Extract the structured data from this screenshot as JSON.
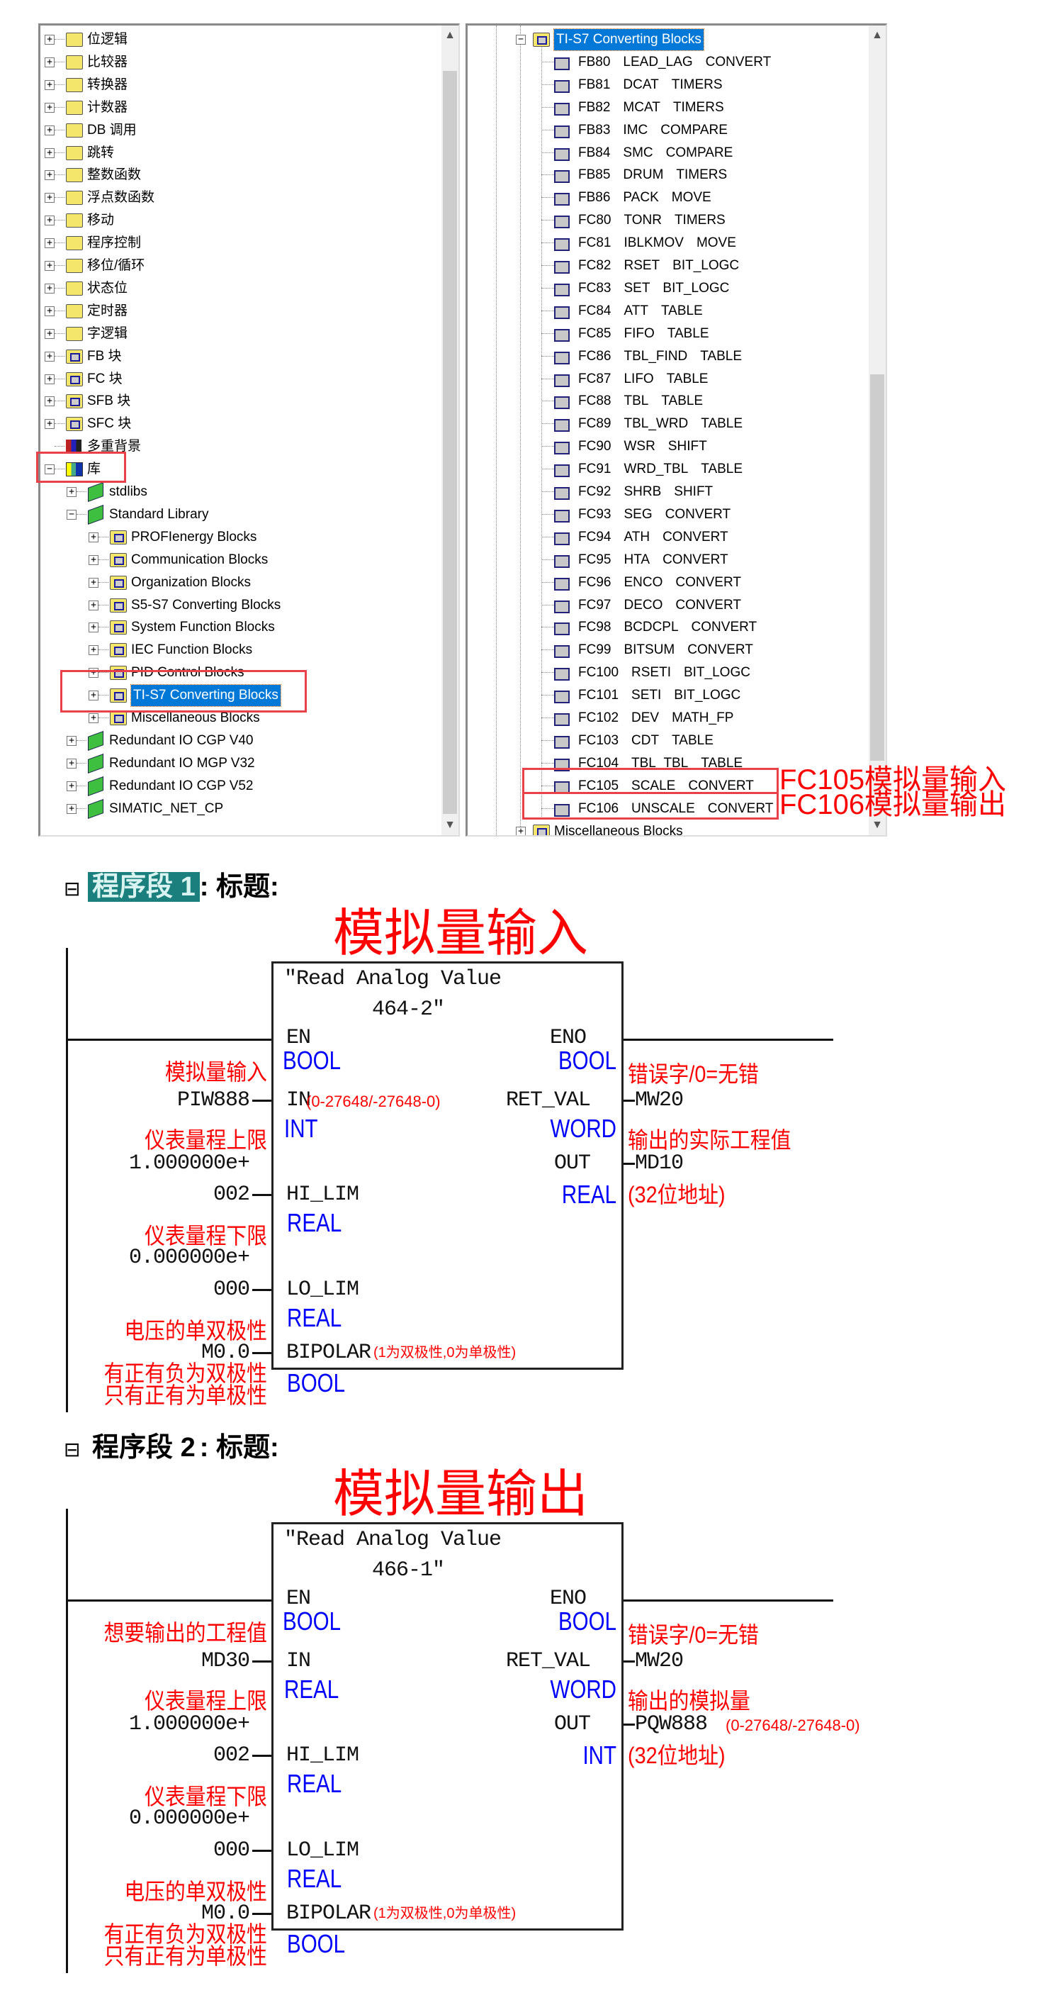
{
  "left_tree": {
    "items": [
      {
        "label": "位逻辑",
        "level": 0,
        "exp": "+",
        "icon": "folder"
      },
      {
        "label": "比较器",
        "level": 0,
        "exp": "+",
        "icon": "folder"
      },
      {
        "label": "转换器",
        "level": 0,
        "exp": "+",
        "icon": "folder"
      },
      {
        "label": "计数器",
        "level": 0,
        "exp": "+",
        "icon": "folder"
      },
      {
        "label": "DB 调用",
        "level": 0,
        "exp": "+",
        "icon": "folder"
      },
      {
        "label": "跳转",
        "level": 0,
        "exp": "+",
        "icon": "folder"
      },
      {
        "label": "整数函数",
        "level": 0,
        "exp": "+",
        "icon": "folder"
      },
      {
        "label": "浮点数函数",
        "level": 0,
        "exp": "+",
        "icon": "folder"
      },
      {
        "label": "移动",
        "level": 0,
        "exp": "+",
        "icon": "folder"
      },
      {
        "label": "程序控制",
        "level": 0,
        "exp": "+",
        "icon": "folder"
      },
      {
        "label": "移位/循环",
        "level": 0,
        "exp": "+",
        "icon": "folder"
      },
      {
        "label": "状态位",
        "level": 0,
        "exp": "+",
        "icon": "folder"
      },
      {
        "label": "定时器",
        "level": 0,
        "exp": "+",
        "icon": "folder"
      },
      {
        "label": "字逻辑",
        "level": 0,
        "exp": "+",
        "icon": "folder"
      },
      {
        "label": "FB 块",
        "level": 0,
        "exp": "+",
        "icon": "folder-block"
      },
      {
        "label": "FC 块",
        "level": 0,
        "exp": "+",
        "icon": "folder-block"
      },
      {
        "label": "SFB 块",
        "level": 0,
        "exp": "+",
        "icon": "folder-block"
      },
      {
        "label": "SFC 块",
        "level": 0,
        "exp": "+",
        "icon": "folder-block"
      },
      {
        "label": "多重背景",
        "level": 0,
        "exp": "",
        "icon": "multi"
      },
      {
        "label": "库",
        "level": 0,
        "exp": "-",
        "icon": "lib"
      },
      {
        "label": "stdlibs",
        "level": 1,
        "exp": "+",
        "icon": "book"
      },
      {
        "label": "Standard Library",
        "level": 1,
        "exp": "-",
        "icon": "book"
      },
      {
        "label": "PROFIenergy Blocks",
        "level": 2,
        "exp": "+",
        "icon": "folder-block"
      },
      {
        "label": "Communication Blocks",
        "level": 2,
        "exp": "+",
        "icon": "folder-block"
      },
      {
        "label": "Organization Blocks",
        "level": 2,
        "exp": "+",
        "icon": "folder-block"
      },
      {
        "label": "S5-S7 Converting Blocks",
        "level": 2,
        "exp": "+",
        "icon": "folder-block"
      },
      {
        "label": "System Function Blocks",
        "level": 2,
        "exp": "+",
        "icon": "folder-block"
      },
      {
        "label": "IEC Function Blocks",
        "level": 2,
        "exp": "+",
        "icon": "folder-block"
      },
      {
        "label": "PID Control Blocks",
        "level": 2,
        "exp": "+",
        "icon": "folder-block"
      },
      {
        "label": "TI-S7 Converting Blocks",
        "level": 2,
        "exp": "+",
        "icon": "folder-block",
        "selected": true
      },
      {
        "label": "Miscellaneous Blocks",
        "level": 2,
        "exp": "+",
        "icon": "folder-block"
      },
      {
        "label": "Redundant IO CGP V40",
        "level": 1,
        "exp": "+",
        "icon": "book"
      },
      {
        "label": "Redundant IO MGP V32",
        "level": 1,
        "exp": "+",
        "icon": "book"
      },
      {
        "label": "Redundant IO CGP V52",
        "level": 1,
        "exp": "+",
        "icon": "book"
      },
      {
        "label": "SIMATIC_NET_CP",
        "level": 1,
        "exp": "+",
        "icon": "book"
      }
    ]
  },
  "right_tree": {
    "folder": "TI-S7 Converting Blocks",
    "blocks": [
      [
        "FB80",
        "LEAD_LAG",
        "CONVERT"
      ],
      [
        "FB81",
        "DCAT",
        "TIMERS"
      ],
      [
        "FB82",
        "MCAT",
        "TIMERS"
      ],
      [
        "FB83",
        "IMC",
        "COMPARE"
      ],
      [
        "FB84",
        "SMC",
        "COMPARE"
      ],
      [
        "FB85",
        "DRUM",
        "TIMERS"
      ],
      [
        "FB86",
        "PACK",
        "MOVE"
      ],
      [
        "FC80",
        "TONR",
        "TIMERS"
      ],
      [
        "FC81",
        "IBLKMOV",
        "MOVE"
      ],
      [
        "FC82",
        "RSET",
        "BIT_LOGC"
      ],
      [
        "FC83",
        "SET",
        "BIT_LOGC"
      ],
      [
        "FC84",
        "ATT",
        "TABLE"
      ],
      [
        "FC85",
        "FIFO",
        "TABLE"
      ],
      [
        "FC86",
        "TBL_FIND",
        "TABLE"
      ],
      [
        "FC87",
        "LIFO",
        "TABLE"
      ],
      [
        "FC88",
        "TBL",
        "TABLE"
      ],
      [
        "FC89",
        "TBL_WRD",
        "TABLE"
      ],
      [
        "FC90",
        "WSR",
        "SHIFT"
      ],
      [
        "FC91",
        "WRD_TBL",
        "TABLE"
      ],
      [
        "FC92",
        "SHRB",
        "SHIFT"
      ],
      [
        "FC93",
        "SEG",
        "CONVERT"
      ],
      [
        "FC94",
        "ATH",
        "CONVERT"
      ],
      [
        "FC95",
        "HTA",
        "CONVERT"
      ],
      [
        "FC96",
        "ENCO",
        "CONVERT"
      ],
      [
        "FC97",
        "DECO",
        "CONVERT"
      ],
      [
        "FC98",
        "BCDCPL",
        "CONVERT"
      ],
      [
        "FC99",
        "BITSUM",
        "CONVERT"
      ],
      [
        "FC100",
        "RSETI",
        "BIT_LOGC"
      ],
      [
        "FC101",
        "SETI",
        "BIT_LOGC"
      ],
      [
        "FC102",
        "DEV",
        "MATH_FP"
      ],
      [
        "FC103",
        "CDT",
        "TABLE"
      ],
      [
        "FC104",
        "TBL_TBL",
        "TABLE"
      ],
      [
        "FC105",
        "SCALE",
        "CONVERT"
      ],
      [
        "FC106",
        "UNSCALE",
        "CONVERT"
      ]
    ],
    "next_folder": "Miscellaneous Blocks",
    "annotations": {
      "fc105": "FC105模拟量输入",
      "fc106": "FC106模拟量输出"
    }
  },
  "ladders": [
    {
      "section_label": "程序段 1",
      "title_label": ": 标题:",
      "heading": "模拟量输入",
      "block_line1": "″Read Analog Value",
      "block_line2": "464-2″",
      "en": "EN",
      "eno": "ENO",
      "en_type": "BOOL",
      "eno_type": "BOOL",
      "in": {
        "param": "IN",
        "operand": "PIW888",
        "type": "INT",
        "note": "模拟量输入",
        "range_note": "(0-27648/-27648-0)"
      },
      "hi": {
        "param": "HI_LIM",
        "operand_a": "1.000000e+",
        "operand_b": "002",
        "type": "REAL",
        "note": "仪表量程上限"
      },
      "lo": {
        "param": "LO_LIM",
        "operand_a": "0.000000e+",
        "operand_b": "000",
        "type": "REAL",
        "note": "仪表量程下限"
      },
      "bip": {
        "param": "BIPOLAR",
        "operand": "M0.0",
        "type": "BOOL",
        "note": "电压的单双极性",
        "param_note": "(1为双极性,0为单极性)",
        "note_a": "有正有负为双极性",
        "note_b": "只有正有为单极性"
      },
      "ret": {
        "param": "RET_VAL",
        "operand": "MW20",
        "type": "WORD",
        "note": "错误字/0=无错"
      },
      "out": {
        "param": "OUT",
        "operand": "MD10",
        "type": "REAL",
        "note": "输出的实际工程值",
        "note2": "(32位地址)",
        "range_note": ""
      }
    },
    {
      "section_label": "程序段 2",
      "title_label": ": 标题:",
      "heading": "模拟量输出",
      "block_line1": "″Read Analog Value",
      "block_line2": "466-1″",
      "en": "EN",
      "eno": "ENO",
      "en_type": "BOOL",
      "eno_type": "BOOL",
      "in": {
        "param": "IN",
        "operand": "MD30",
        "type": "REAL",
        "note": "想要输出的工程值",
        "range_note": ""
      },
      "hi": {
        "param": "HI_LIM",
        "operand_a": "1.000000e+",
        "operand_b": "002",
        "type": "REAL",
        "note": "仪表量程上限"
      },
      "lo": {
        "param": "LO_LIM",
        "operand_a": "0.000000e+",
        "operand_b": "000",
        "type": "REAL",
        "note": "仪表量程下限"
      },
      "bip": {
        "param": "BIPOLAR",
        "operand": "M0.0",
        "type": "BOOL",
        "note": "电压的单双极性",
        "param_note": "(1为双极性,0为单极性)",
        "note_a": "有正有负为双极性",
        "note_b": "只有正有为单极性"
      },
      "ret": {
        "param": "RET_VAL",
        "operand": "MW20",
        "type": "WORD",
        "note": "错误字/0=无错"
      },
      "out": {
        "param": "OUT",
        "operand": "PQW888",
        "type": "INT",
        "note": "输出的模拟量",
        "note2": "(32位地址)",
        "range_note": "(0-27648/-27648-0)"
      }
    }
  ],
  "colors": {
    "annotation": "#ff0000",
    "type": "#0000ff",
    "selection": "#0078d7",
    "section_highlight": "#1b7f7d"
  }
}
